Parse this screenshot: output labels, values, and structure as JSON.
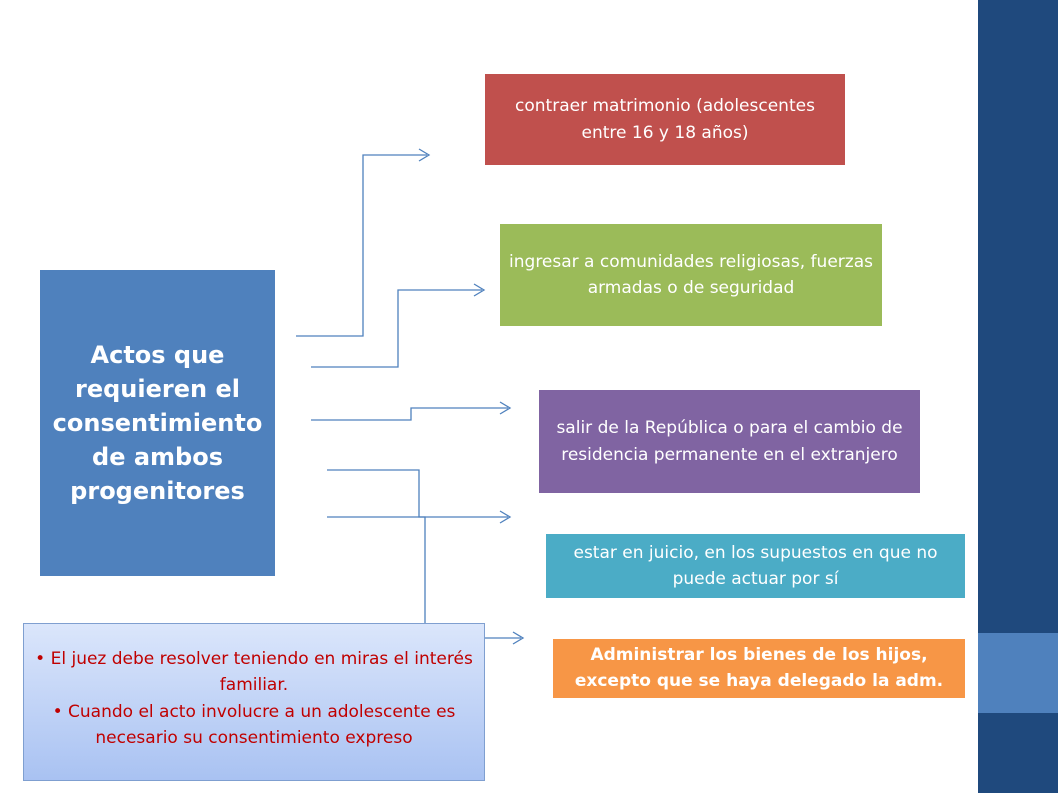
{
  "main": {
    "label": "Actos que requieren el consentimiento de ambos progenitores"
  },
  "actions": [
    {
      "label": "contraer matrimonio (adolescentes entre 16 y 18 años)",
      "color": "#c0504d"
    },
    {
      "label": "ingresar a comunidades religiosas, fuerzas armadas o de seguridad",
      "color": "#9bbb59"
    },
    {
      "label": "salir de la República o para el cambio de residencia permanente en el extranjero",
      "color": "#8064a2"
    },
    {
      "label": "estar en juicio, en los supuestos en que no puede actuar por sí",
      "color": "#4bacc6"
    },
    {
      "label": "Administrar los bienes de los hijos, excepto que se haya delegado la adm.",
      "color": "#f79646"
    }
  ],
  "notes": [
    "El juez debe resolver teniendo en miras el interés familiar.",
    "Cuando el acto involucre a un adolescente es necesario su consentimiento expreso"
  ],
  "theme": {
    "sidebar": "#1f497d",
    "accent": "#4f81bd",
    "note_text": "#c00000"
  }
}
